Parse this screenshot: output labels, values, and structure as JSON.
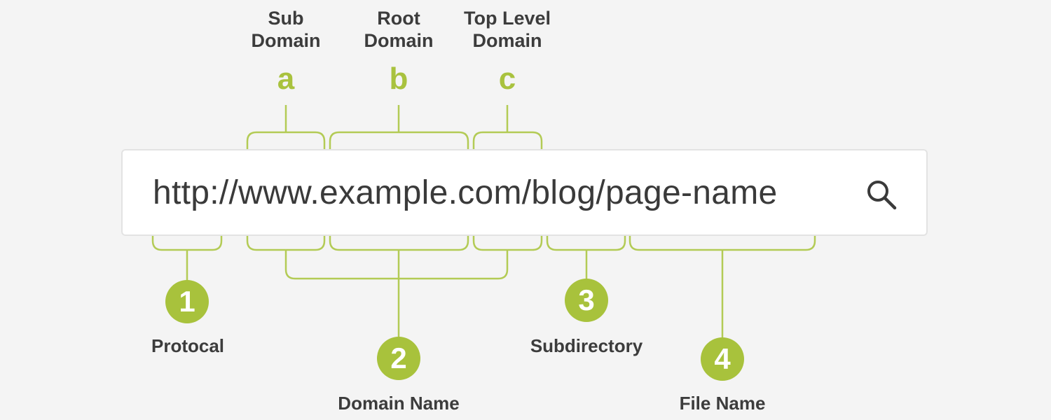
{
  "url_bar": {
    "url": "http://www.example.com/blog/page-name",
    "search_icon": "search-icon"
  },
  "top_parts": [
    {
      "letter": "a",
      "label_line1": "Sub",
      "label_line2": "Domain"
    },
    {
      "letter": "b",
      "label_line1": "Root",
      "label_line2": "Domain"
    },
    {
      "letter": "c",
      "label_line1": "Top Level",
      "label_line2": "Domain"
    }
  ],
  "bottom_parts": [
    {
      "number": "1",
      "label": "Protocal"
    },
    {
      "number": "2",
      "label": "Domain Name"
    },
    {
      "number": "3",
      "label": "Subdirectory"
    },
    {
      "number": "4",
      "label": "File Name"
    }
  ],
  "colors": {
    "accent": "#a8c23c",
    "bracket": "#b3cb55",
    "text": "#3c3c3c",
    "background": "#f4f4f4"
  }
}
